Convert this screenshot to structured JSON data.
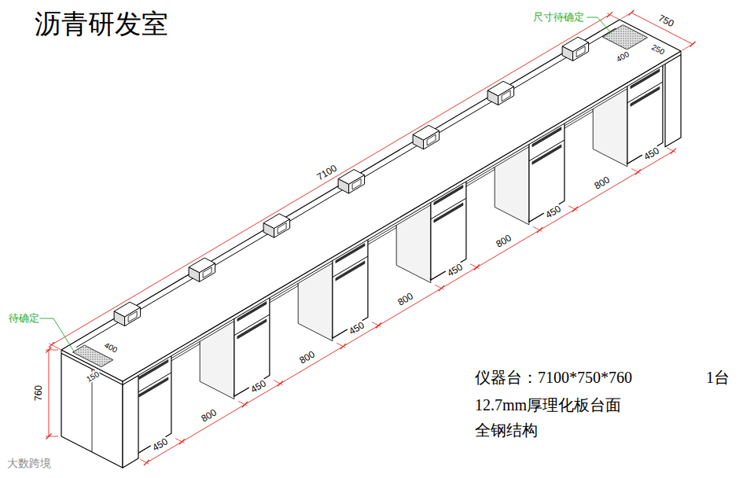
{
  "diagram": {
    "title": "沥青研发室",
    "labels": [
      "尺寸待确定",
      "750",
      "400",
      "250",
      "7100",
      "待确定",
      "400",
      "150",
      "760",
      "450",
      "800",
      "450",
      "800",
      "450",
      "800",
      "450",
      "800",
      "450",
      "800",
      "450",
      "仪器台：7100*750*760",
      "1台",
      "12.7mm厚理化板台面",
      "全钢结构",
      "大数跨境"
    ]
  }
}
